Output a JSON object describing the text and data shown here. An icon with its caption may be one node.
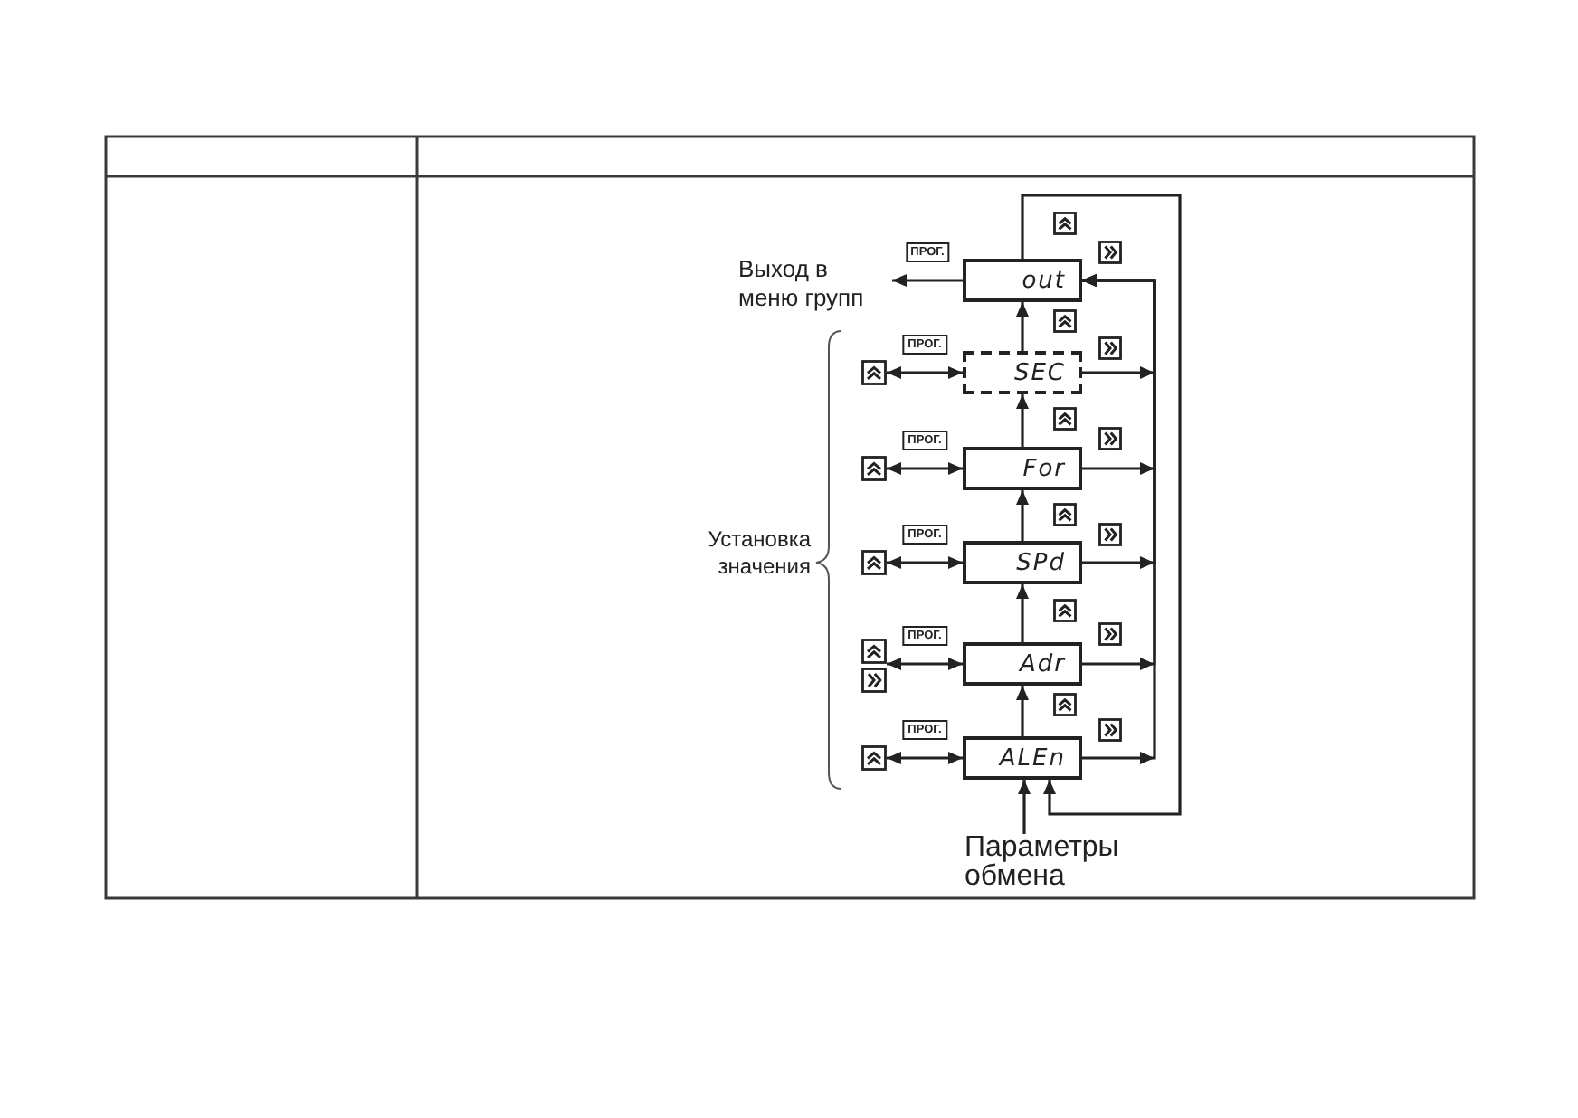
{
  "diagram": {
    "nodes": [
      {
        "text": [
          "Выход в меню групп"
        ]
      },
      {
        "text": [
          "out"
        ]
      },
      {
        "text": [],
        "shape": "picture"
      },
      {
        "text": [
          "SEC"
        ]
      },
      {
        "text": [],
        "shape": "picture"
      },
      {
        "text": [
          "For"
        ]
      },
      {
        "text": [],
        "shape": "picture"
      },
      {
        "text": [
          "SPd"
        ]
      },
      {
        "text": [],
        "shape": "picture"
      },
      {
        "text": [
          "Adr"
        ]
      },
      {
        "text": [],
        "shape": "picture"
      },
      {
        "text": [
          "ALEn"
        ]
      },
      {
        "text": [
          "Параметры обмена"
        ]
      }
    ],
    "edges": [
      {
        "from": 1,
        "to": 0,
        "arrow": "to",
        "label": "ПРОГ."
      },
      {
        "from": 3,
        "to": 2,
        "arrow": "both",
        "label": "ПРОГ."
      },
      {
        "from": 5,
        "to": 4,
        "arrow": "both",
        "label": "ПРОГ."
      },
      {
        "from": 7,
        "to": 6,
        "arrow": "both",
        "label": "ПРОГ."
      },
      {
        "from": 9,
        "to": 8,
        "arrow": "both",
        "label": "ПРОГ."
      },
      {
        "from": 11,
        "to": 10,
        "arrow": "both",
        "label": "ПРОГ."
      },
      {
        "from": 3,
        "to": 1,
        "arrow": "to"
      },
      {
        "from": 5,
        "to": 3,
        "arrow": "to"
      },
      {
        "from": 7,
        "to": 5,
        "arrow": "to"
      },
      {
        "from": 9,
        "to": 7,
        "arrow": "to"
      },
      {
        "from": 11,
        "to": 9,
        "arrow": "to"
      },
      {
        "from": 1,
        "to": 11,
        "arrow": "to"
      },
      {
        "from": 12,
        "to": 11,
        "arrow": "to"
      },
      {
        "from": 3,
        "to": 1,
        "arrow": "to"
      },
      {
        "from": 5,
        "to": 1,
        "arrow": "to"
      },
      {
        "from": 7,
        "to": 1,
        "arrow": "to"
      },
      {
        "from": 9,
        "to": 1,
        "arrow": "to"
      },
      {
        "from": 11,
        "to": 1,
        "arrow": "to"
      }
    ],
    "labels": [
      "Установка значения"
    ]
  }
}
